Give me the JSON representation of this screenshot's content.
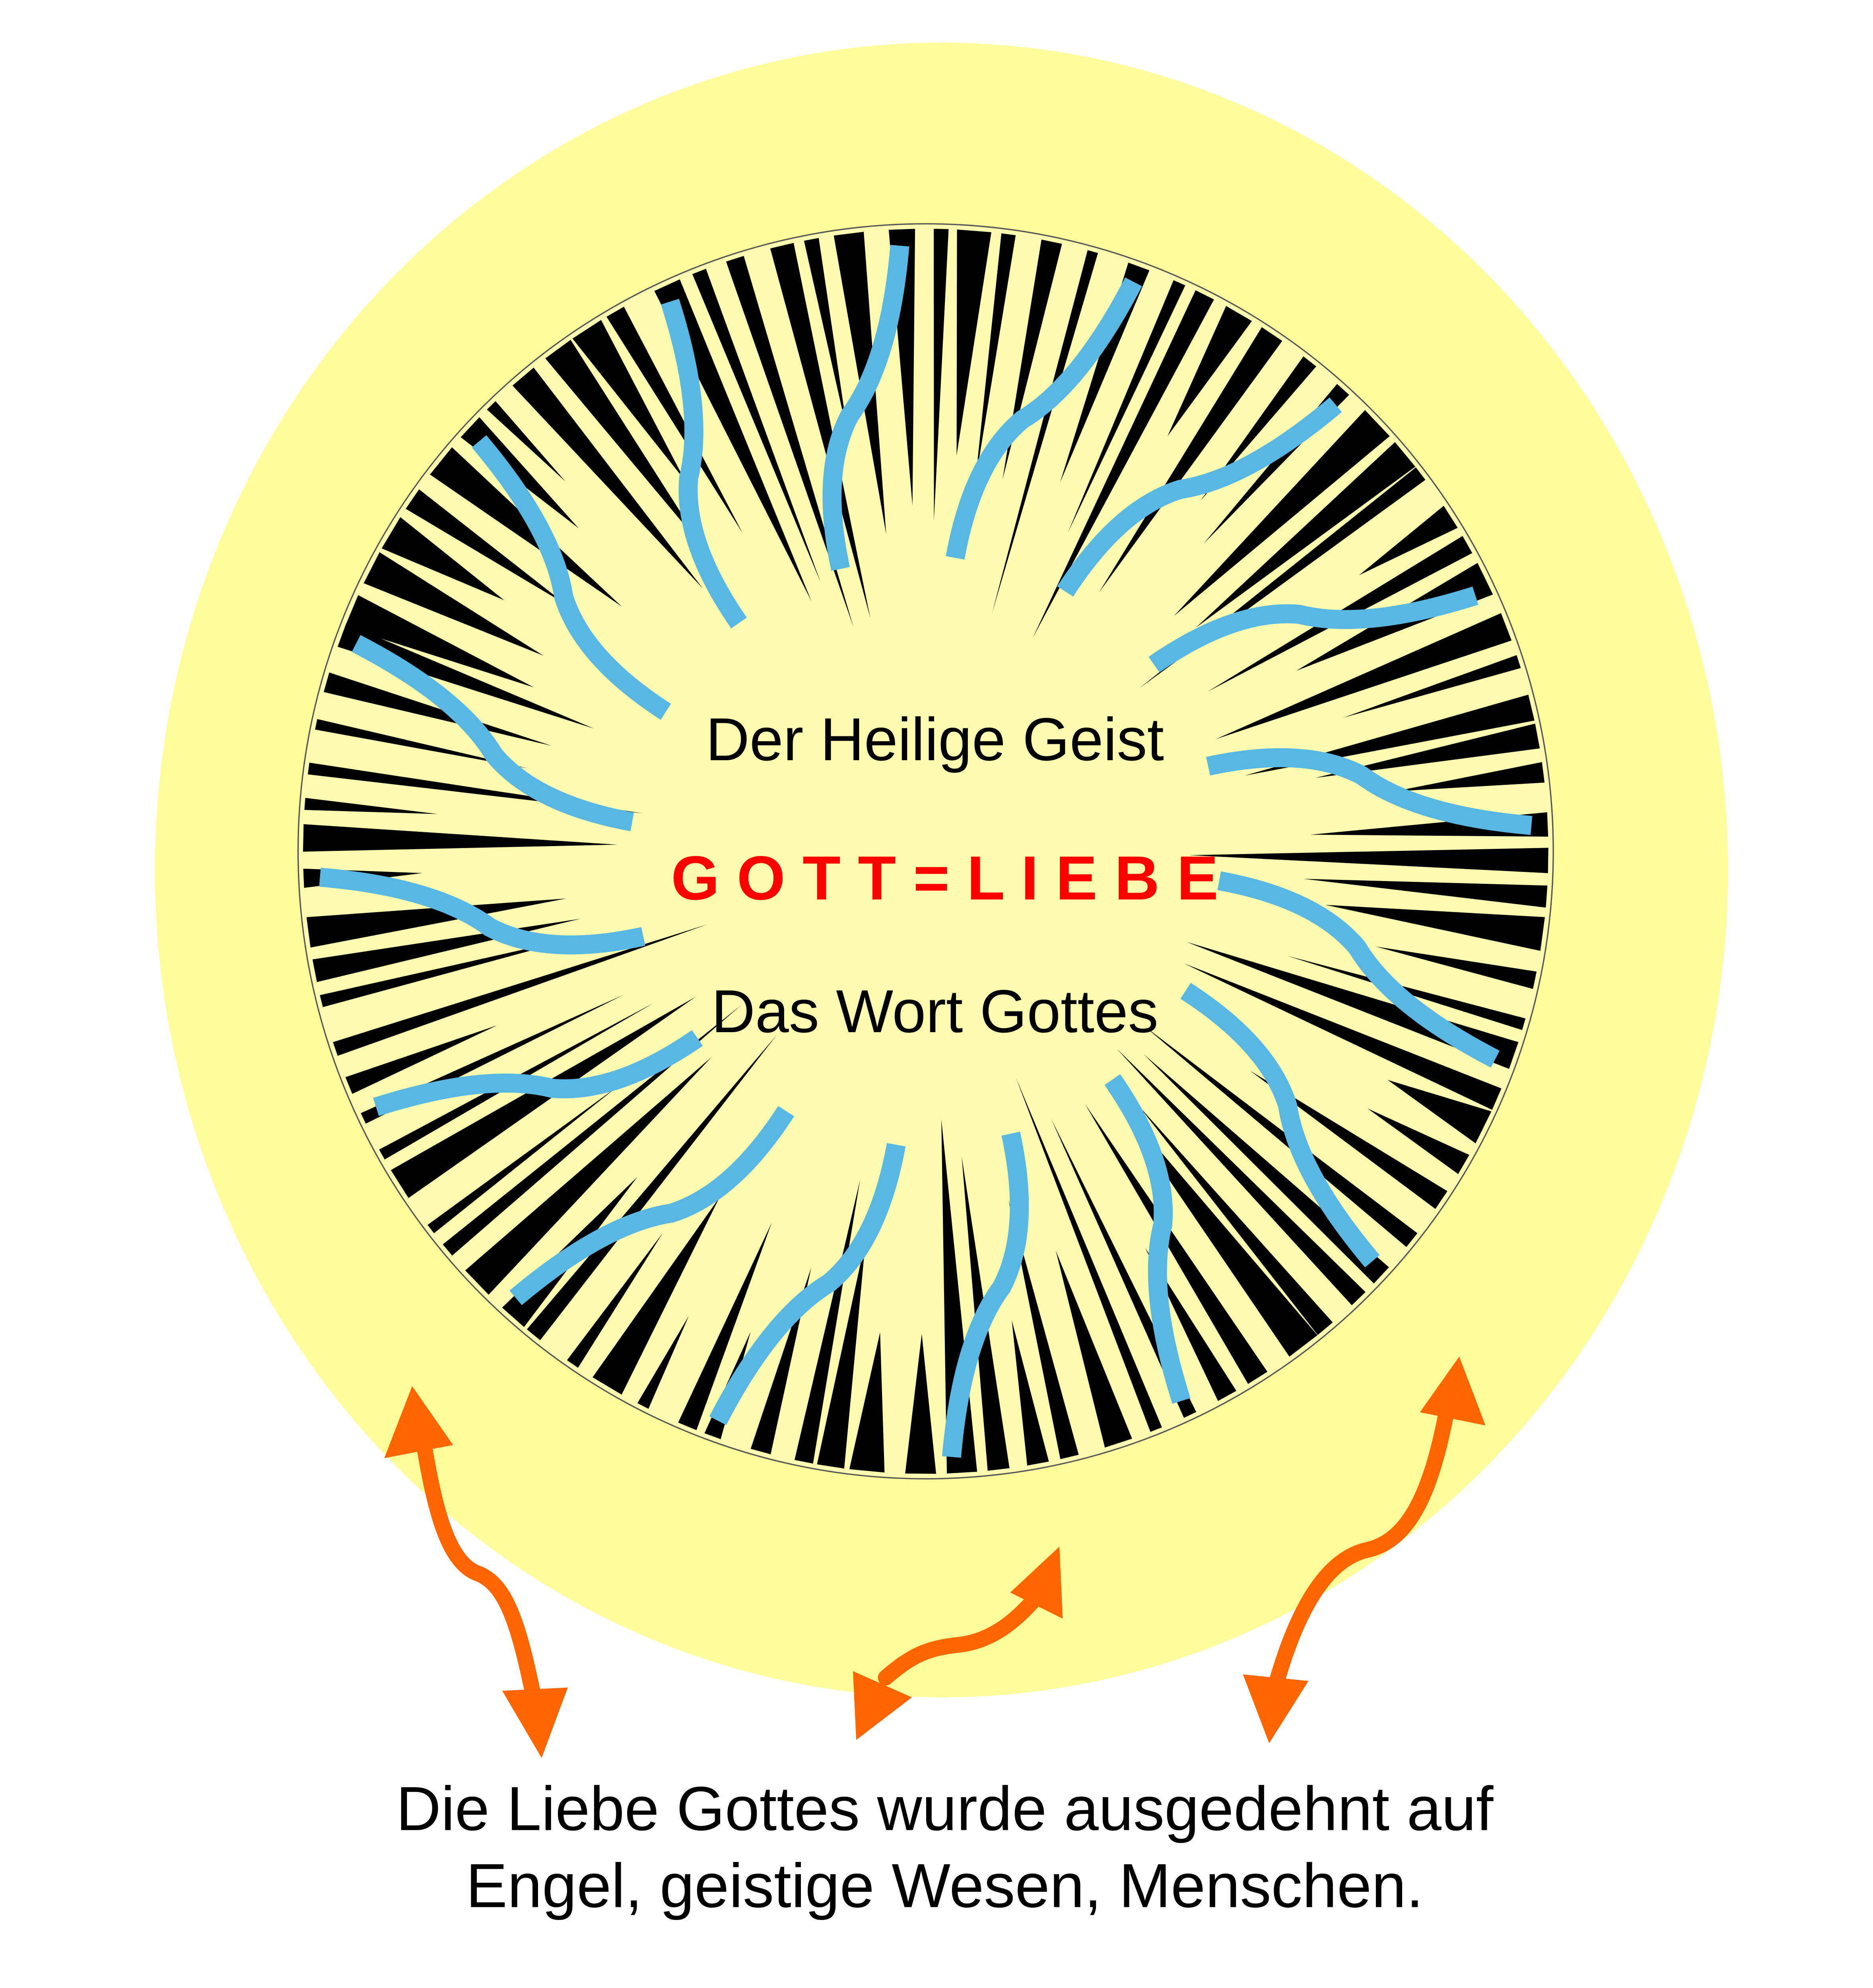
{
  "center": {
    "top_label": "Der Heilige Geist",
    "main_label": "G O T T = L I E B E",
    "bottom_label": "Das Wort Gottes"
  },
  "caption": {
    "line1": "Die Liebe Gottes wurde ausgedehnt auf",
    "line2": "Engel, geistige Wesen, Menschen."
  },
  "colors": {
    "outer_glow": "#fdfd9b",
    "inner_disc": "#fdfbb0",
    "rays": "#000000",
    "waves": "#58b7e3",
    "arrows": "#ff6600",
    "main_label": "#ff0000",
    "text": "#000000"
  },
  "icons": [
    "double-headed-curved-arrow"
  ]
}
